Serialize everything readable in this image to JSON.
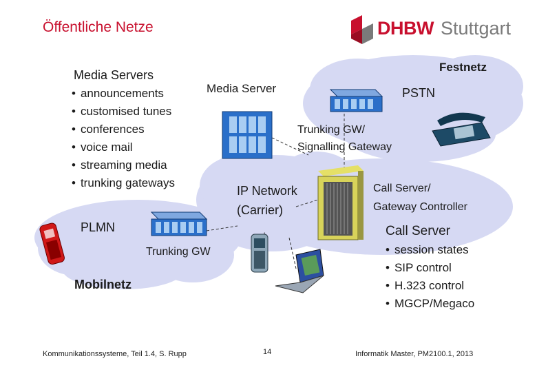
{
  "title": "Öffentliche Netze",
  "logo": {
    "brand_red": "DH",
    "brand_grey": "BW",
    "city": "Stuttgart"
  },
  "labels": {
    "festnetz": "Festnetz",
    "media_servers_heading": "Media Servers",
    "media_server": "Media Server",
    "pstn": "PSTN",
    "trunking_gw_signalling_1": "Trunking GW/",
    "trunking_gw_signalling_2": "Signalling Gateway",
    "call_server_gw_1": "Call Server/",
    "call_server_gw_2": "Gateway Controller",
    "ip_network_1": "IP Network",
    "ip_network_2": "(Carrier)",
    "plmn": "PLMN",
    "call_server_heading": "Call Server",
    "trunking_gw": "Trunking GW",
    "mobilnetz": "Mobilnetz"
  },
  "media_servers_list": [
    "announcements",
    "customised tunes",
    "conferences",
    "voice mail",
    "streaming media",
    "trunking gateways"
  ],
  "call_server_list": [
    "session states",
    "SIP control",
    "H.323 control",
    "MGCP/Megaco"
  ],
  "footer": {
    "left": "Kommunikationssysteme, Teil 1.4, S. Rupp",
    "page": "14",
    "right": "Informatik Master, PM2100.1, 2013"
  },
  "colors": {
    "accent_red": "#c8102e",
    "cloud": "#d6d9f3",
    "device_blue": "#1f5fb4"
  }
}
